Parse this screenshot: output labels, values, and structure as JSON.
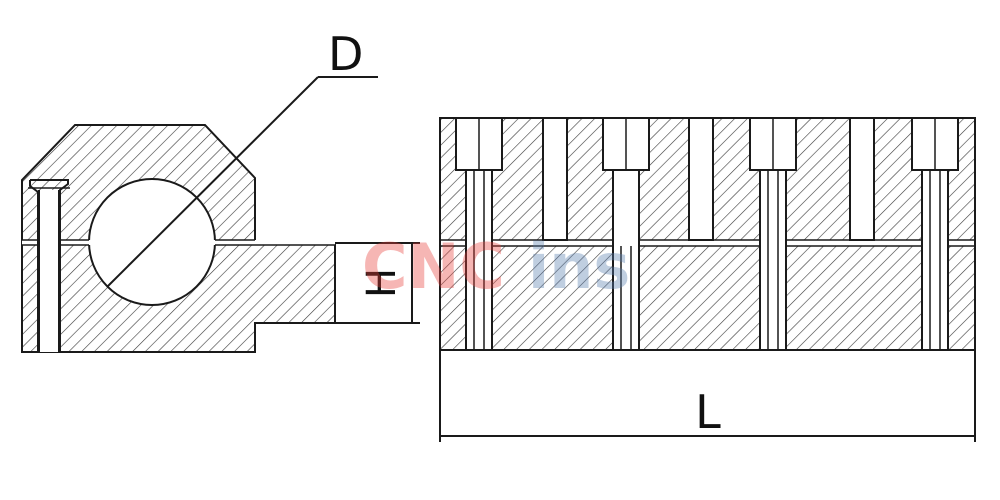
{
  "labels": {
    "diameter": "D",
    "height": "H",
    "length": "L"
  },
  "watermark": {
    "part1": "CNC",
    "part2": "ins"
  },
  "colors": {
    "stroke": "#1a1a1a",
    "hatch": "#3a3a3a",
    "watermark_red": "#e8413c",
    "watermark_blue": "#5a7fb0"
  }
}
